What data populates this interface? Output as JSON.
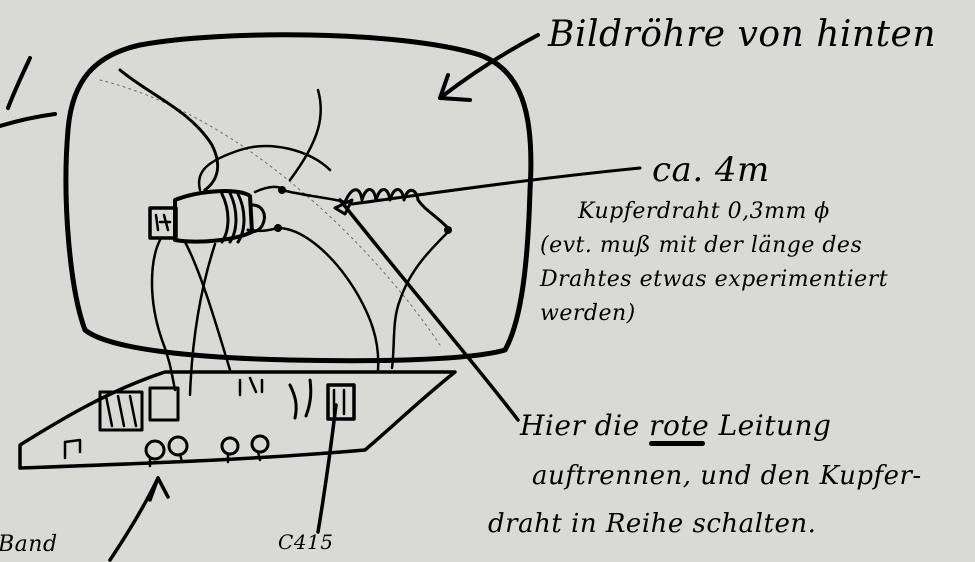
{
  "labels": {
    "tube_title": "Bildröhre von hinten",
    "wire_length": "ca. 4m",
    "wire_desc_1": "Kupferdraht 0,3mm ϕ",
    "wire_desc_2": "(evt. muß mit der länge des",
    "wire_desc_3": "Drahtes etwas experimentiert",
    "wire_desc_4": "werden)",
    "instr_1_pre": "Hier die",
    "instr_1_underlined": "rote",
    "instr_1_post": "Leitung",
    "instr_2": "auftrennen, und den Kupfer-",
    "instr_3": "draht in Reihe schalten.",
    "band": "Band",
    "component": "C415"
  }
}
